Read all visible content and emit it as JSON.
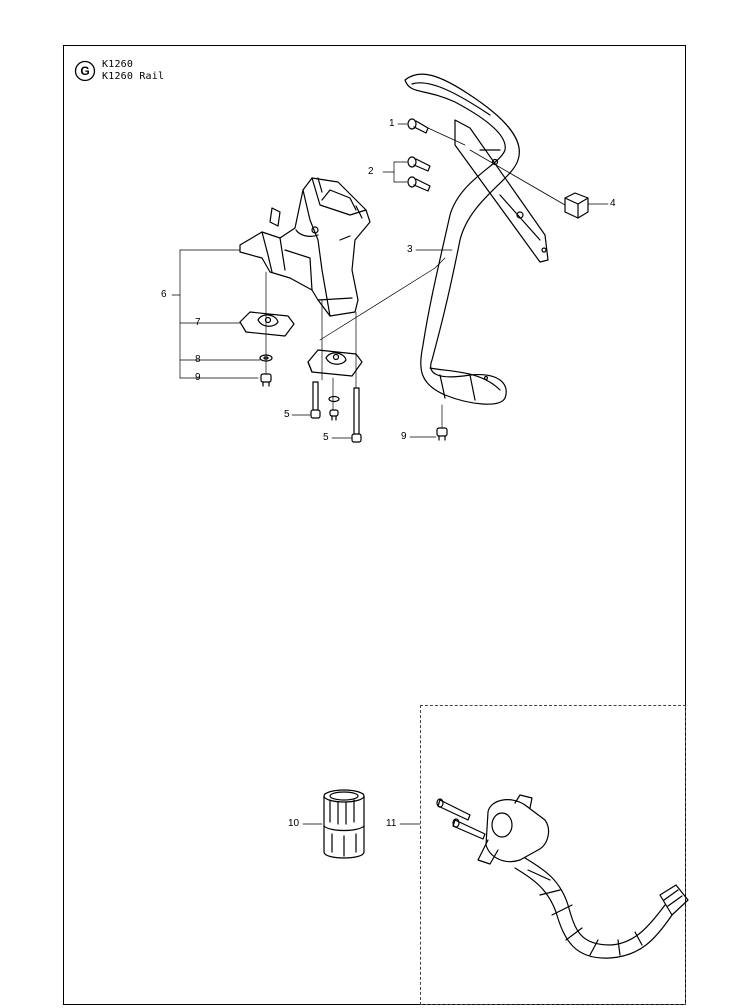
{
  "header": {
    "logo_letter": "G",
    "line1": "K1260",
    "line2": "K1260 Rail"
  },
  "callouts": [
    {
      "id": "c1",
      "label": "1"
    },
    {
      "id": "c2",
      "label": "2"
    },
    {
      "id": "c3",
      "label": "3"
    },
    {
      "id": "c4",
      "label": "4"
    },
    {
      "id": "c5",
      "label": "5"
    },
    {
      "id": "c6",
      "label": "6"
    },
    {
      "id": "c7",
      "label": "7"
    },
    {
      "id": "c8",
      "label": "8"
    },
    {
      "id": "c9a",
      "label": "9"
    },
    {
      "id": "c9b",
      "label": "9"
    },
    {
      "id": "c5b",
      "label": "5"
    },
    {
      "id": "c10",
      "label": "10"
    },
    {
      "id": "c11",
      "label": "11"
    }
  ]
}
